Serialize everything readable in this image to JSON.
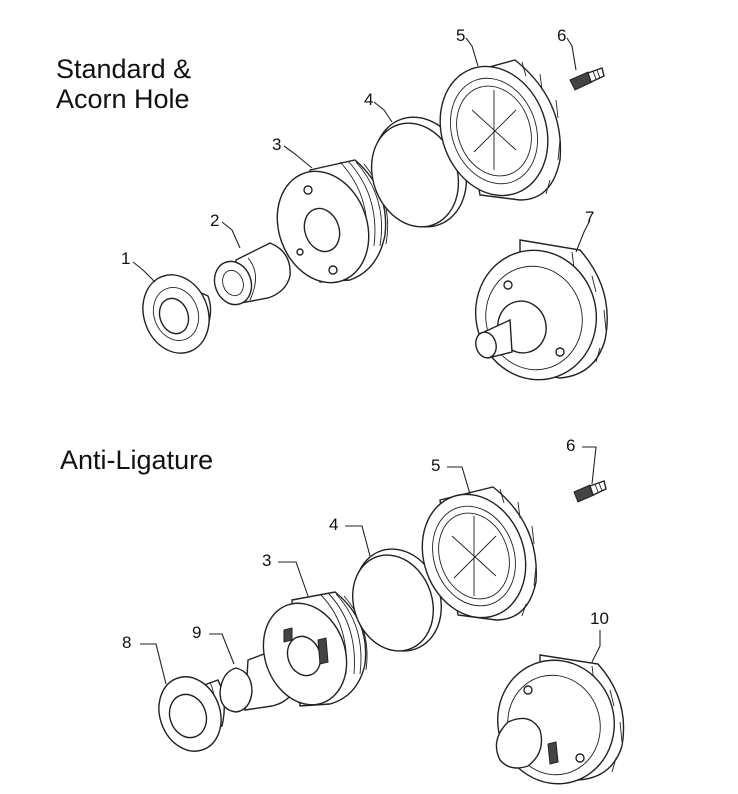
{
  "sections": [
    {
      "title_lines": [
        "Standard &",
        "Acorn Hole"
      ]
    },
    {
      "title_lines": [
        "Anti-Ligature"
      ]
    }
  ],
  "callouts": {
    "std": [
      "1",
      "2",
      "3",
      "4",
      "5",
      "6",
      "7"
    ],
    "anti": [
      "8",
      "9",
      "3",
      "4",
      "5",
      "6",
      "10"
    ]
  }
}
